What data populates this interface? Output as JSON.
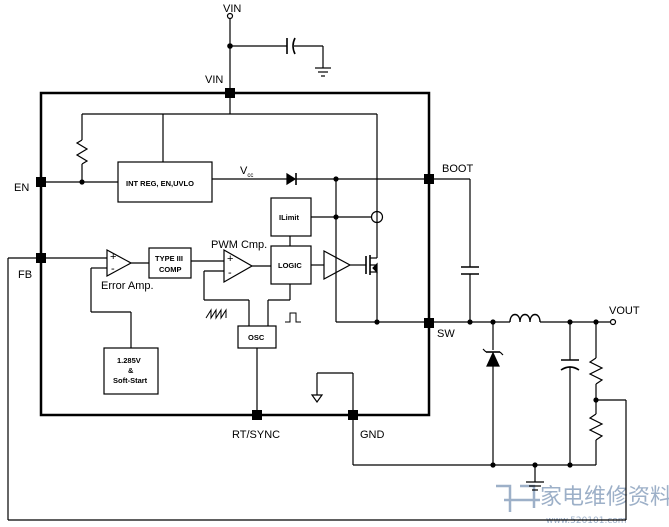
{
  "pins": {
    "vin_top": "VIN",
    "vin_chip": "VIN",
    "en": "EN",
    "fb": "FB",
    "boot": "BOOT",
    "sw": "SW",
    "rt_sync": "RT/SYNC",
    "gnd": "GND",
    "vout": "VOUT"
  },
  "blocks": {
    "int_reg": "INT REG, EN,UVLO",
    "vcc_main": "V",
    "vcc_sub": "cc",
    "ilimit": "ILimit",
    "type3_line1": "TYPE III",
    "type3_line2": "COMP",
    "logic": "LOGIC",
    "osc": "OSC",
    "ref_line1": "1.285V",
    "ref_line2": "&",
    "ref_line3": "Soft-Start"
  },
  "labels": {
    "error_amp": "Error Amp.",
    "pwm_cmp": "PWM Cmp.",
    "plus": "+",
    "minus": "-"
  },
  "watermark": {
    "cn_text": "家电维修资料网",
    "url_text": "www.520101.com",
    "color": "#9db0c8"
  }
}
